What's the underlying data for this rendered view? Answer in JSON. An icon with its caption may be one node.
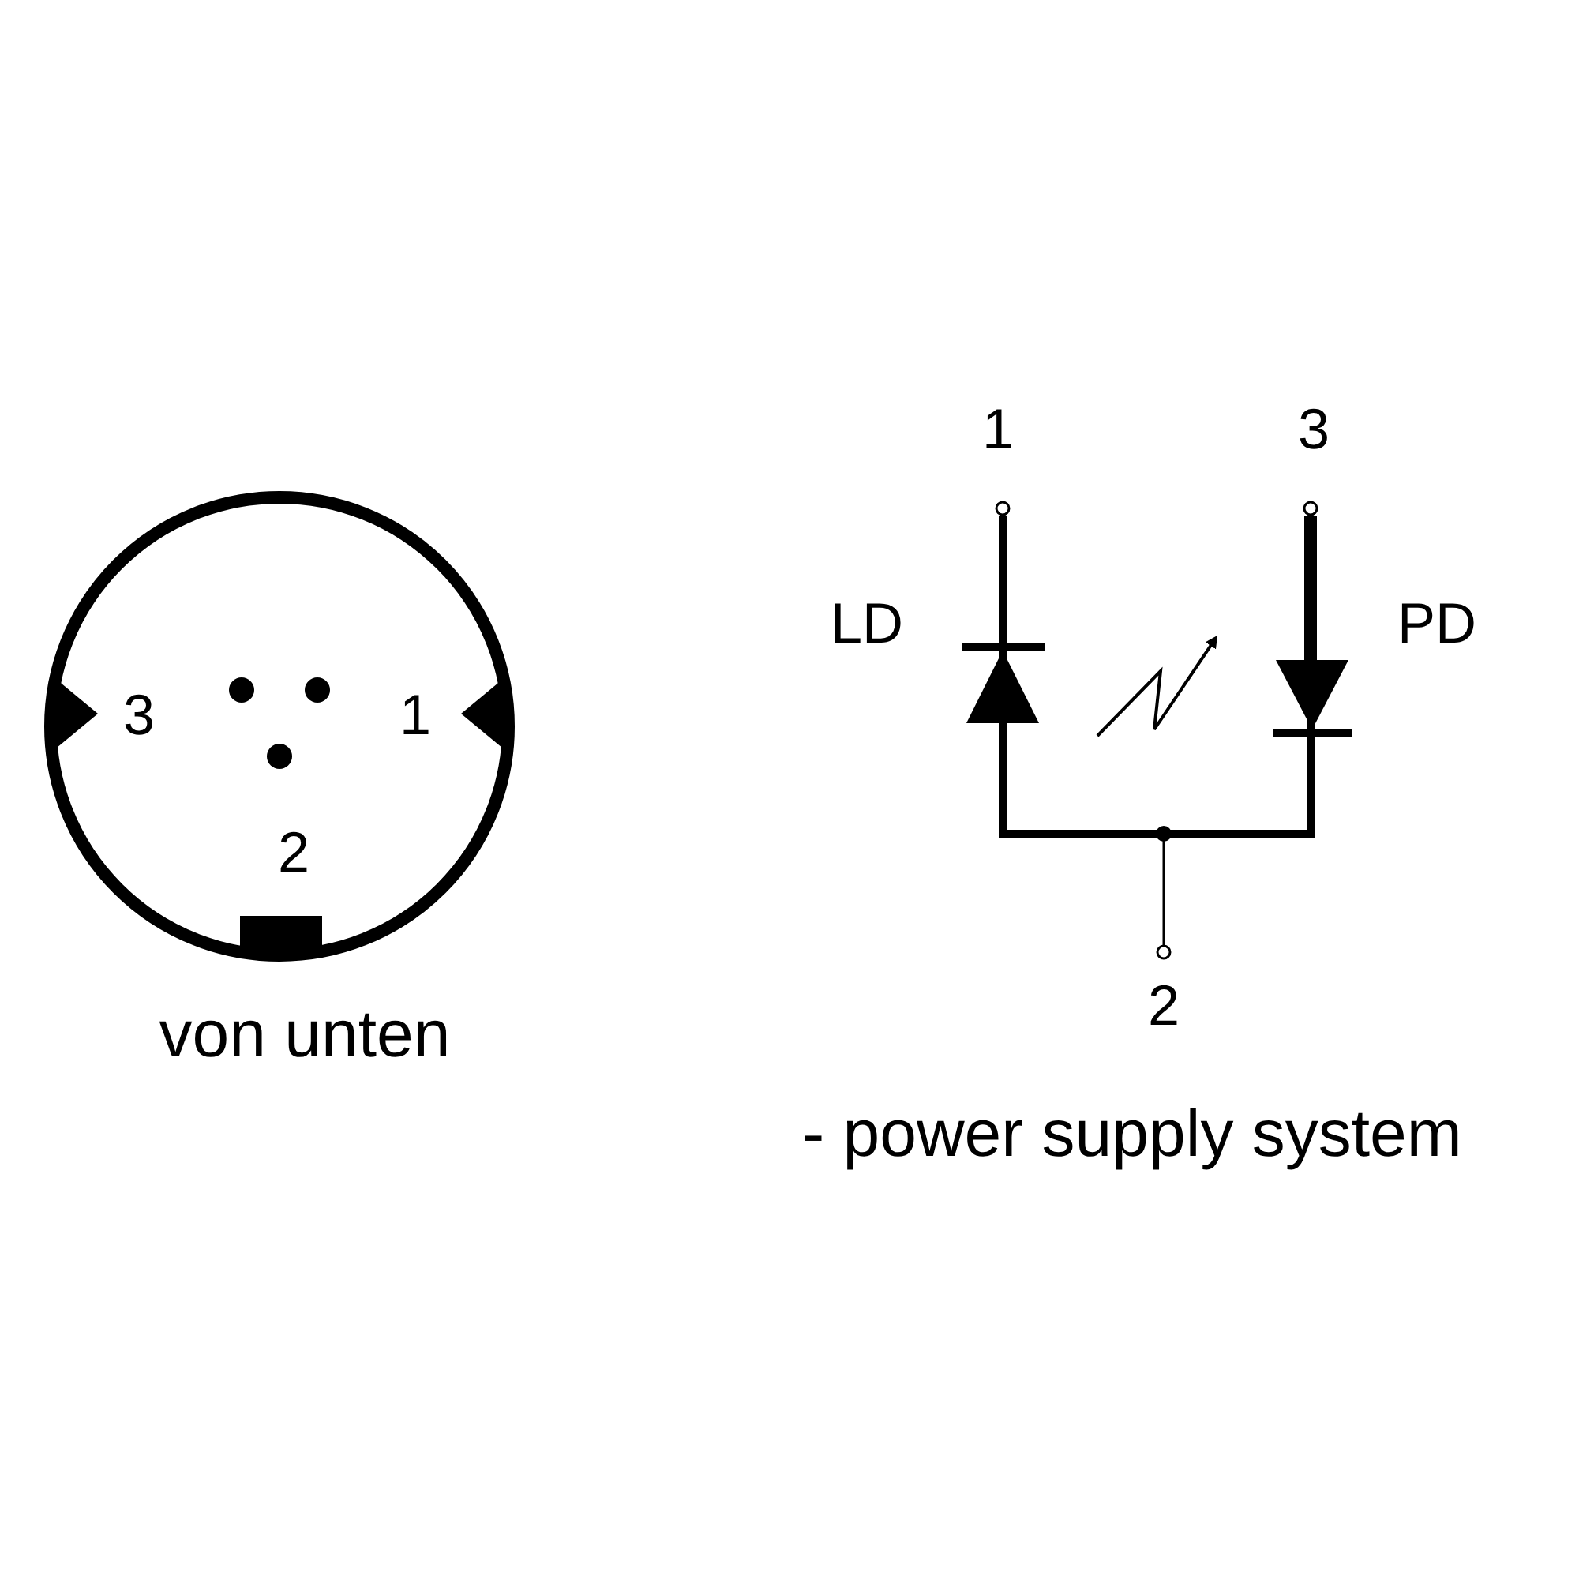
{
  "diagram": {
    "labels": [
      "3",
      "1",
      "2",
      "von unten",
      "1",
      "3",
      "LD",
      "PD",
      "2",
      "- power supply system"
    ]
  }
}
